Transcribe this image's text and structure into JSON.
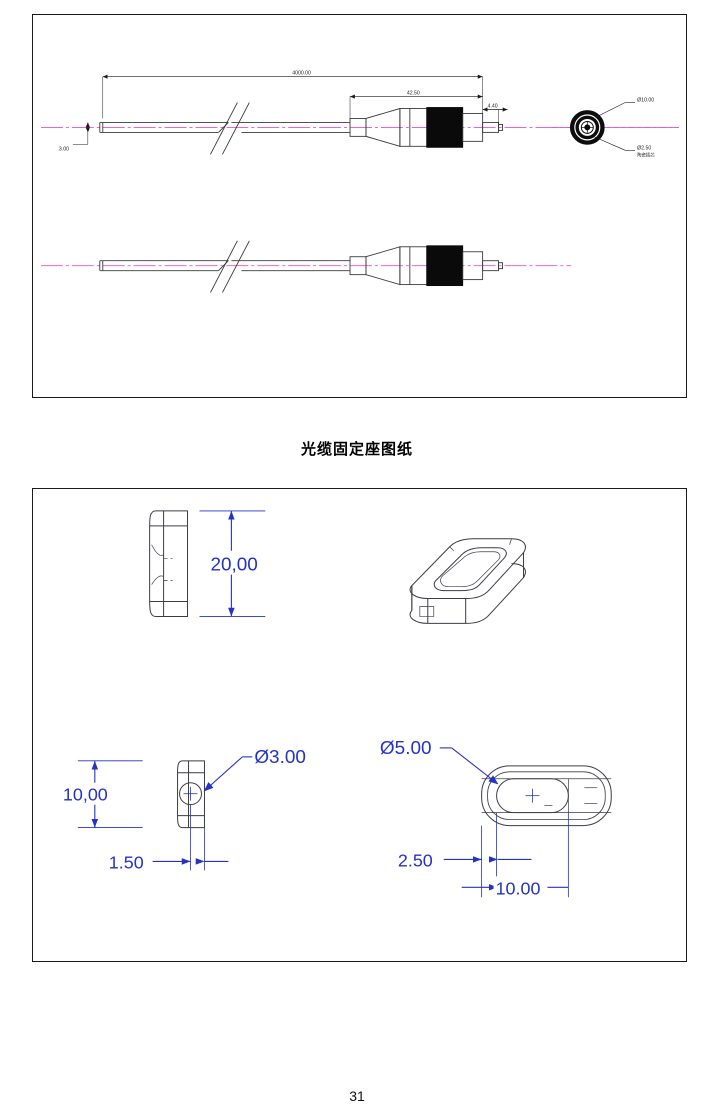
{
  "document": {
    "page_number": "31",
    "section_title": "光缆固定座图纸"
  },
  "cable_drawing": {
    "name": "fiber-optic-cable-assembly-drawing",
    "dimensions": {
      "total_length": "4000.00",
      "connector_length": "42.50",
      "ferrule_length": "4.40",
      "cable_diameter": "3.00",
      "connector_outer_diameter": "Ø10.00",
      "ferrule_diameter": "Ø2.50"
    },
    "annotations": {
      "ferrule_note": "陶瓷插芯"
    },
    "colors": {
      "centerline": "#e84fd8",
      "outline": "#3a3a3a",
      "grip_band": "#0a0a0a"
    }
  },
  "seat_drawing": {
    "name": "cable-fixing-seat-drawing",
    "views": {
      "side_view": {
        "label": "side-section-view",
        "height_dim": "20,00"
      },
      "iso_view": {
        "label": "isometric-view"
      },
      "front_view": {
        "label": "front-view",
        "height_dim": "10,00",
        "thickness_dim": "1.50",
        "hole_dim": "Ø3.00"
      },
      "top_view": {
        "label": "top-view",
        "slot_dim": "Ø5.00",
        "edge_offset_dim": "2.50",
        "slot_length_dim": "10.00"
      }
    },
    "colors": {
      "dimension": "#2432c8",
      "outline": "#3c3c46"
    }
  }
}
